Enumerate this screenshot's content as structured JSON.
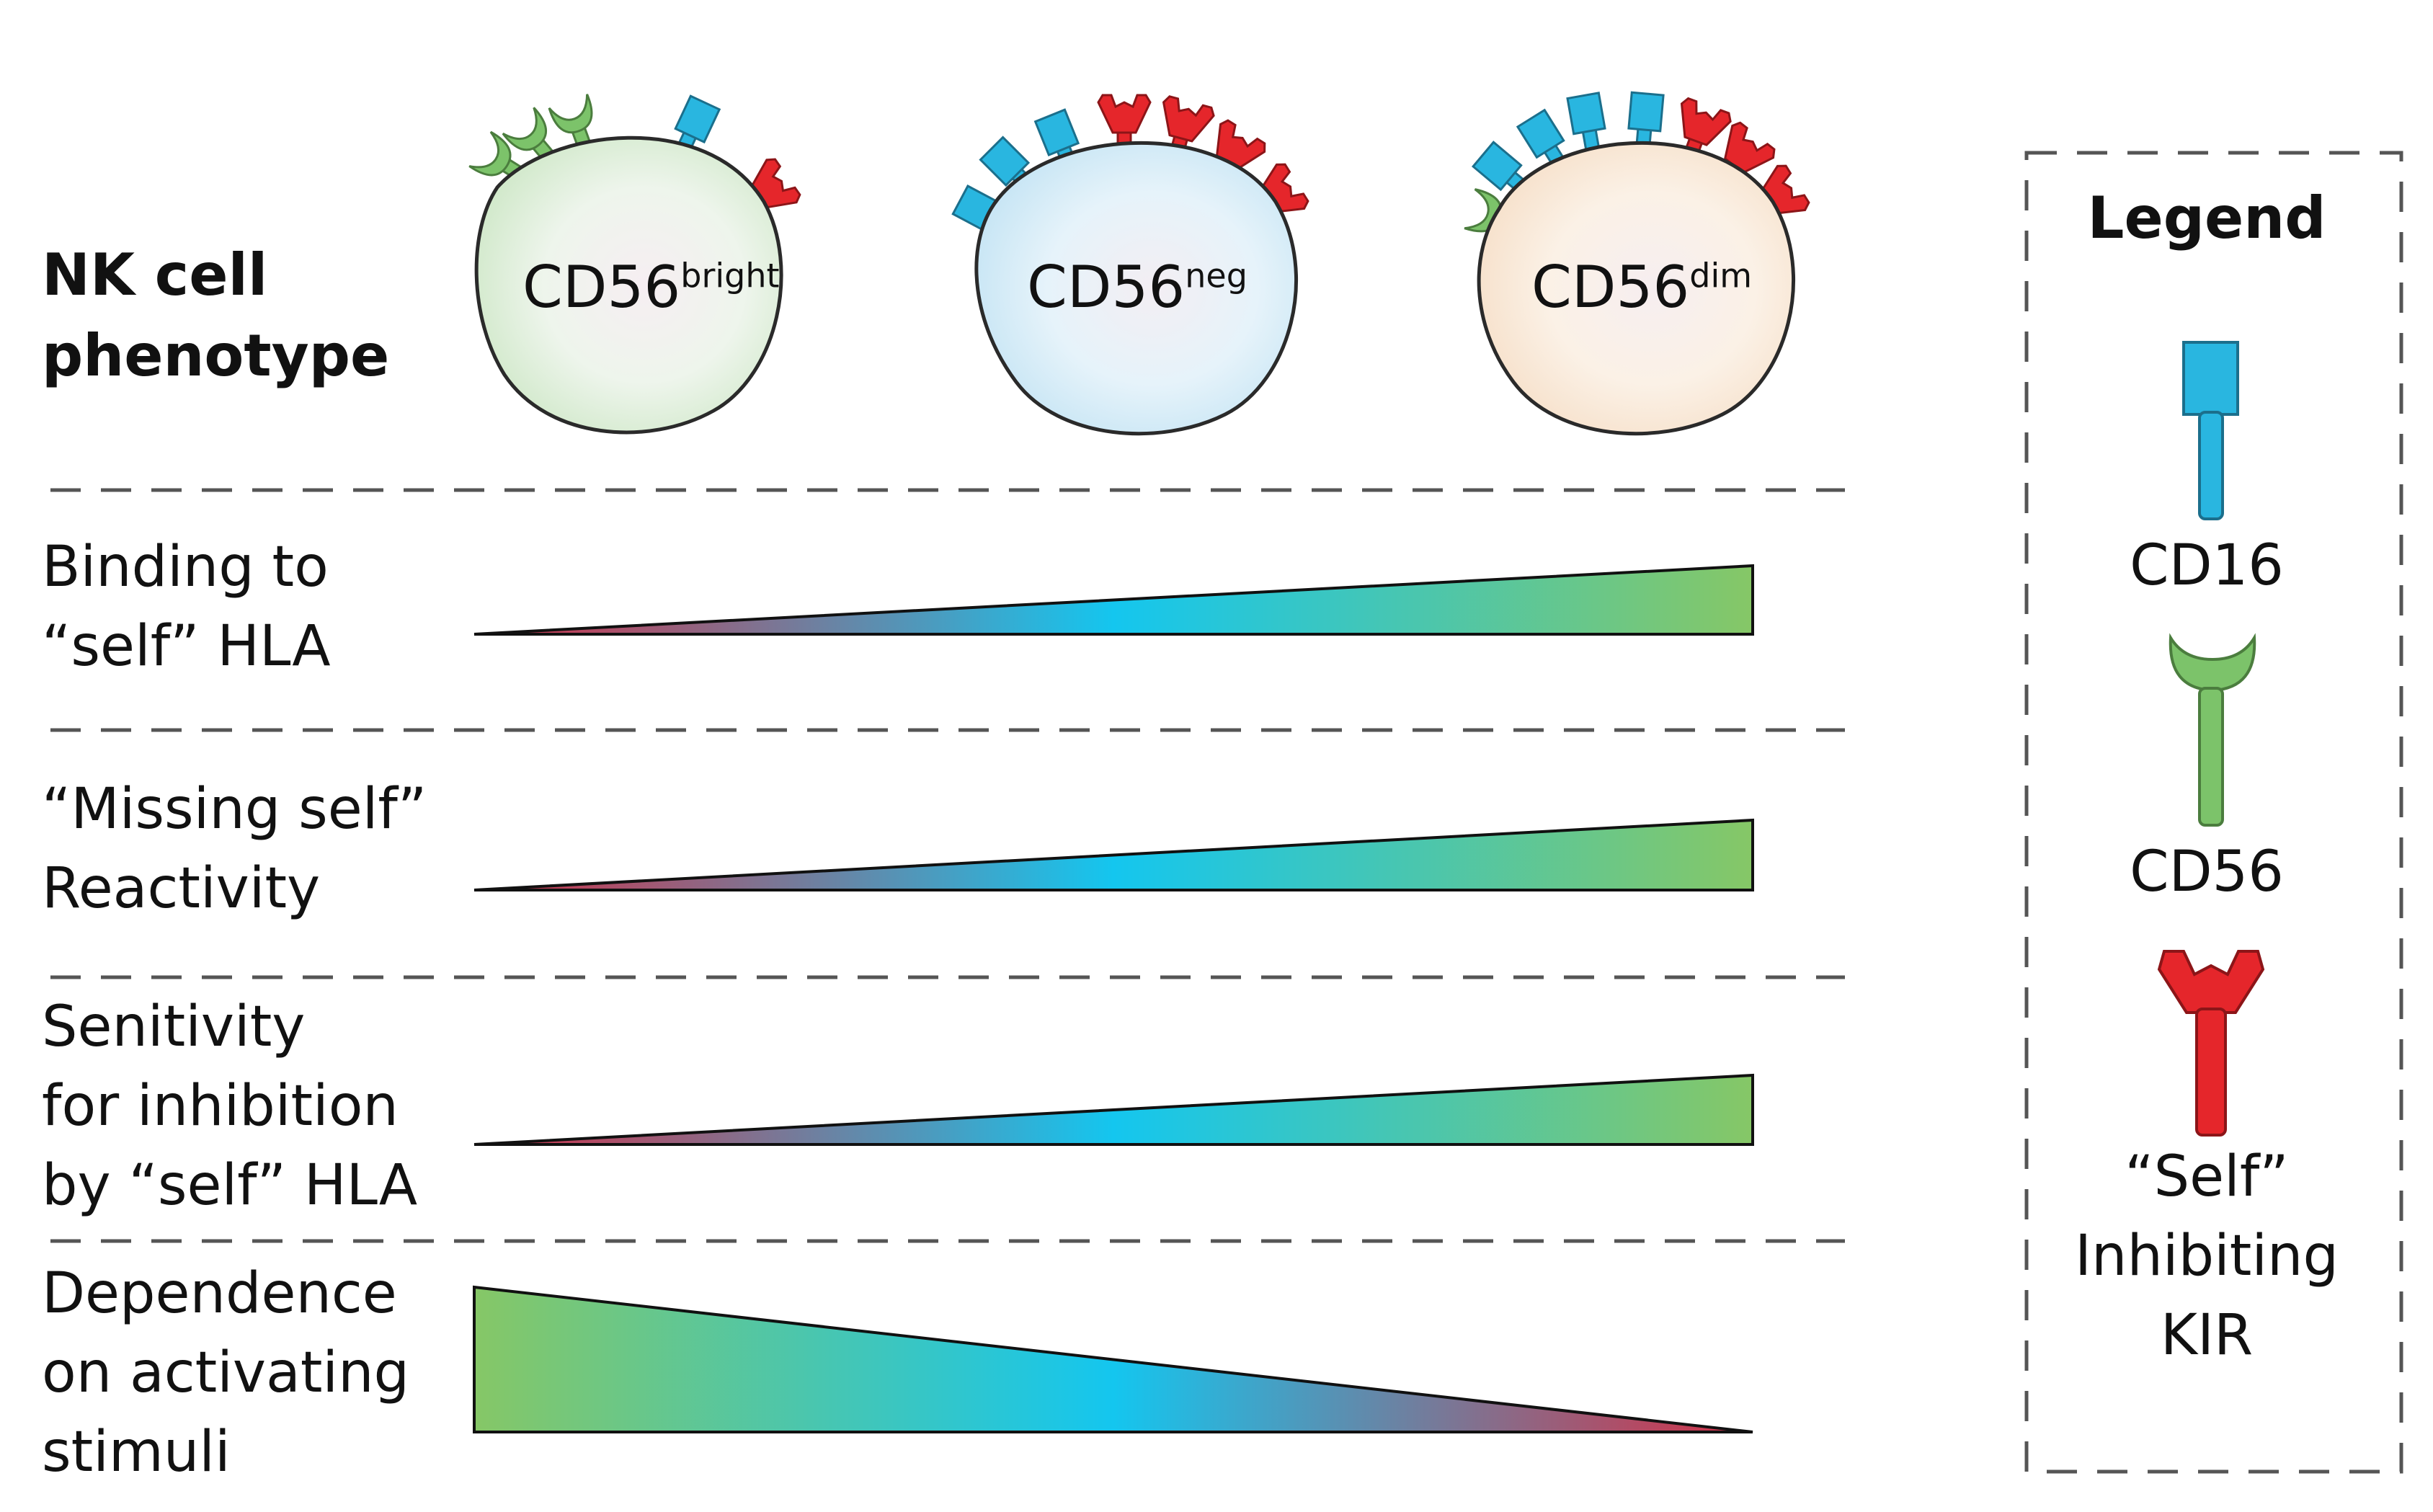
{
  "header": {
    "title_line1": "NK cell",
    "title_line2": "phenotype"
  },
  "cells": [
    {
      "base": "CD56",
      "sup": "bright",
      "fill": "#d6efd2"
    },
    {
      "base": "CD56",
      "sup": "neg",
      "fill": "#cfeaf7"
    },
    {
      "base": "CD56",
      "sup": "dim",
      "fill": "#fbe8d6"
    }
  ],
  "rows": [
    {
      "lines": [
        "Binding to",
        "“self” HLA"
      ],
      "direction": "increasing"
    },
    {
      "lines": [
        "“Missing self”",
        "Reactivity"
      ],
      "direction": "increasing"
    },
    {
      "lines": [
        "Senitivity",
        "for inhibition",
        "by “self” HLA"
      ],
      "direction": "increasing"
    },
    {
      "lines": [
        "Dependence",
        "on activating",
        "stimuli"
      ],
      "direction": "decreasing"
    }
  ],
  "legend": {
    "title": "Legend",
    "items": [
      {
        "label_lines": [
          "CD16"
        ],
        "icon": "cd16-receptor-icon",
        "color": "#29b6e0"
      },
      {
        "label_lines": [
          "CD56"
        ],
        "icon": "cd56-receptor-icon",
        "color": "#7cc36a"
      },
      {
        "label_lines": [
          "“Self”",
          "Inhibiting",
          "KIR"
        ],
        "icon": "kir-receptor-icon",
        "color": "#e5262b"
      }
    ]
  },
  "colors": {
    "gradient_red": "#d62f45",
    "gradient_cyan": "#14c6ef",
    "gradient_green": "#86c766",
    "cd16": "#29b6e0",
    "cd56": "#7cc36a",
    "kir": "#e5262b",
    "divider": "#555555"
  }
}
